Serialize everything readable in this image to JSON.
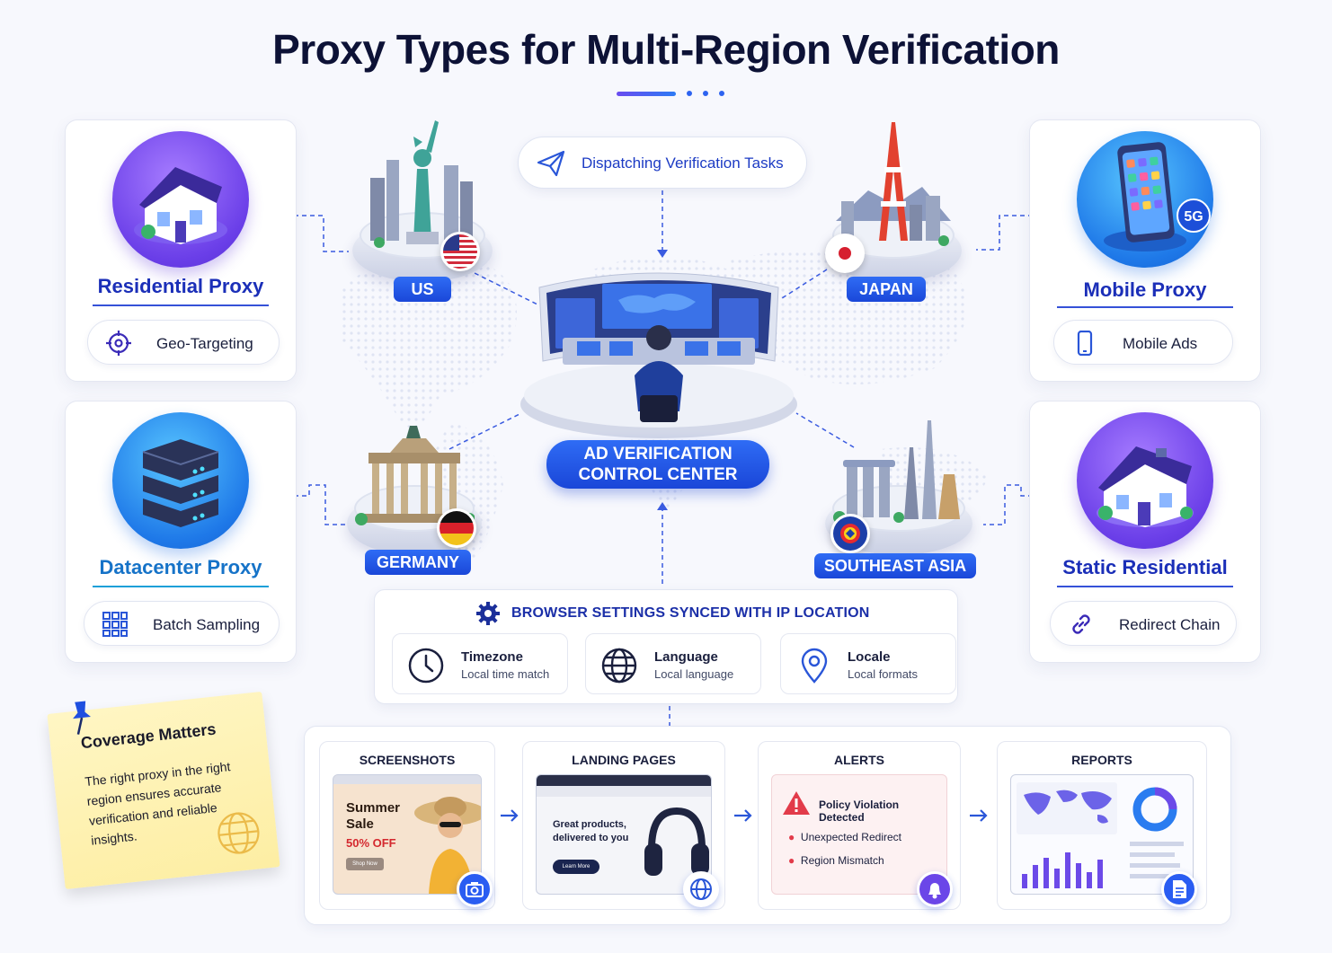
{
  "title": "Proxy Types for Multi-Region Verification",
  "dispatch": {
    "label": "Dispatching Verification Tasks",
    "icon": "paper-plane-icon"
  },
  "control_center": {
    "label_line1": "AD VERIFICATION",
    "label_line2": "CONTROL CENTER"
  },
  "proxies": [
    {
      "title": "Residential Proxy",
      "feature": "Geo-Targeting",
      "feature_icon": "crosshair-icon",
      "illustration": "house-icon"
    },
    {
      "title": "Datacenter Proxy",
      "feature": "Batch Sampling",
      "feature_icon": "grid-icon",
      "illustration": "server-stack-icon"
    },
    {
      "title": "Mobile Proxy",
      "feature": "Mobile Ads",
      "feature_icon": "phone-icon",
      "illustration": "smartphone-icon",
      "badge": "5G"
    },
    {
      "title": "Static Residential",
      "feature": "Redirect Chain",
      "feature_icon": "link-icon",
      "illustration": "house-icon"
    }
  ],
  "regions": [
    {
      "label": "US",
      "flag": "us-flag-icon"
    },
    {
      "label": "JAPAN",
      "flag": "japan-flag-icon"
    },
    {
      "label": "GERMANY",
      "flag": "germany-flag-icon"
    },
    {
      "label": "SOUTHEAST ASIA",
      "flag": "asean-flag-icon"
    }
  ],
  "settings": {
    "title": "BROWSER SETTINGS SYNCED WITH IP LOCATION",
    "items": [
      {
        "title": "Timezone",
        "subtitle": "Local time match",
        "icon": "clock-icon"
      },
      {
        "title": "Language",
        "subtitle": "Local language",
        "icon": "globe-icon"
      },
      {
        "title": "Locale",
        "subtitle": "Local formats",
        "icon": "location-pin-icon"
      }
    ]
  },
  "pipeline": {
    "screenshots": {
      "title": "SCREENSHOTS",
      "promo_line1": "Summer",
      "promo_line2": "Sale",
      "promo_discount": "50% OFF",
      "promo_button": "Shop Now"
    },
    "landing": {
      "title": "LANDING PAGES",
      "headline_line1": "Great products,",
      "headline_line2": "delivered to you",
      "button": "Learn More"
    },
    "alerts": {
      "title": "ALERTS",
      "headline": "Policy Violation Detected",
      "items": [
        "Unexpected Redirect",
        "Region Mismatch"
      ]
    },
    "reports": {
      "title": "REPORTS"
    }
  },
  "note": {
    "title": "Coverage Matters",
    "body": "The right proxy in the right region ensures accurate verification and reliable insights."
  },
  "colors": {
    "primary": "#1f4fe0",
    "purple": "#6a3ee8",
    "text": "#0d1236",
    "alert": "#e23b4a"
  }
}
